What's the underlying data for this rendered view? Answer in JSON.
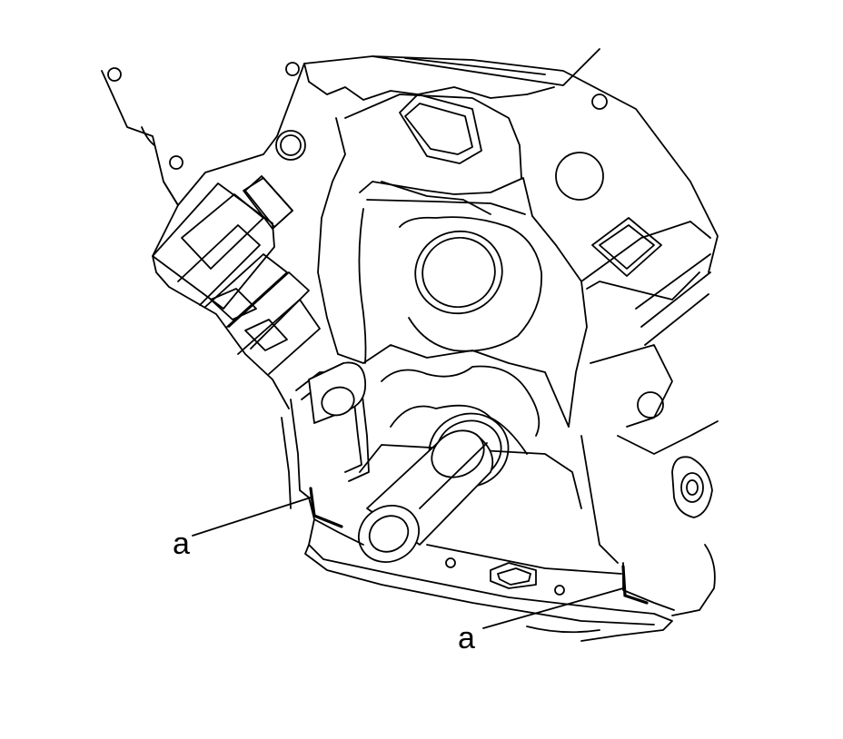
{
  "callouts": [
    {
      "id": "a-left",
      "text": "a"
    },
    {
      "id": "a-right",
      "text": "a"
    }
  ],
  "colors": {
    "ink": "#000000",
    "paper": "#ffffff"
  }
}
